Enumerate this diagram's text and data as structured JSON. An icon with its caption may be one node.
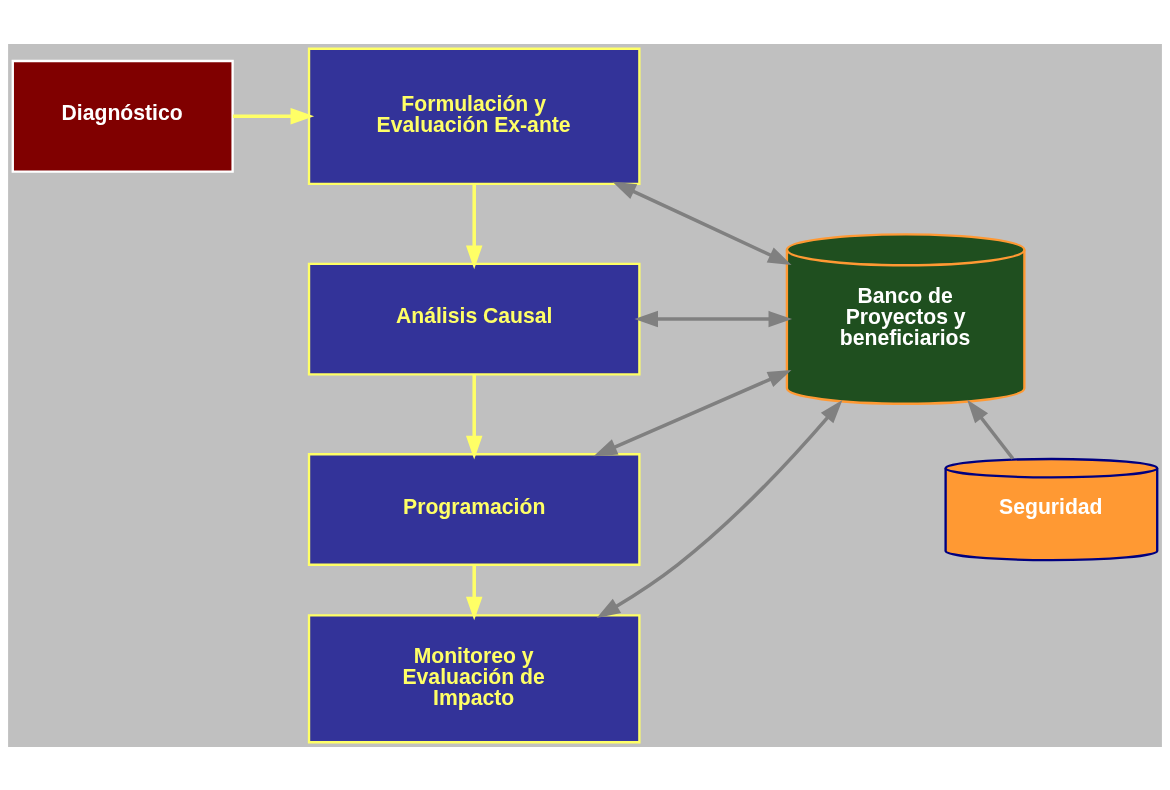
{
  "diagram": {
    "nodes": [
      {
        "text": [
          "Diagnóstico"
        ]
      },
      {
        "text": [
          "Formulación y Evaluación Ex-ante"
        ]
      },
      {
        "text": [
          "Análisis Causal"
        ]
      },
      {
        "text": [
          "Programación"
        ]
      },
      {
        "text": [
          "Monitoreo y Evaluación de Impacto"
        ]
      },
      {
        "text": [
          "Banco de Proyectos y beneficiarios"
        ]
      },
      {
        "text": [
          "Seguridad"
        ]
      }
    ],
    "edges": [
      {
        "from": 0,
        "to": 1,
        "arrow": "to",
        "color": "#ffff66"
      },
      {
        "from": 1,
        "to": 2,
        "arrow": "to",
        "color": "#ffff66"
      },
      {
        "from": 2,
        "to": 3,
        "arrow": "to",
        "color": "#ffff66"
      },
      {
        "from": 3,
        "to": 4,
        "arrow": "to",
        "color": "#ffff66"
      },
      {
        "from": 5,
        "to": 1,
        "arrow": "both"
      },
      {
        "from": 5,
        "to": 2,
        "arrow": "both"
      },
      {
        "from": 5,
        "to": 3,
        "arrow": "both"
      },
      {
        "from": 5,
        "to": 4,
        "arrow": "both"
      },
      {
        "from": 6,
        "to": 5,
        "arrow": "to"
      }
    ]
  }
}
